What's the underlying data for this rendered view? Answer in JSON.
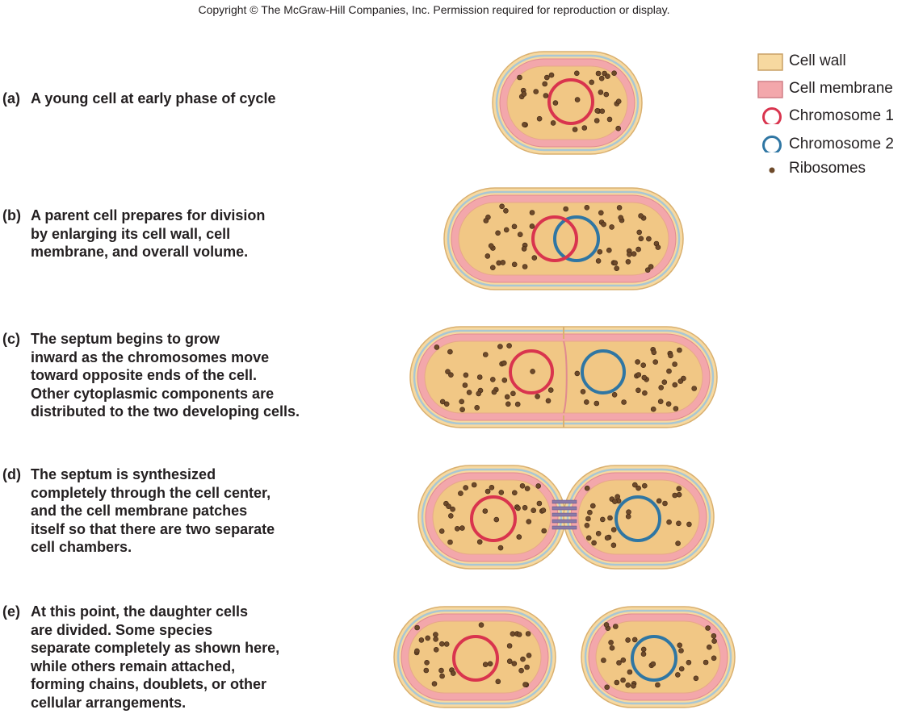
{
  "copyright": "Copyright © The McGraw-Hill Companies, Inc. Permission required for reproduction or display.",
  "steps": [
    {
      "label": "(a)",
      "lines": [
        "A young cell at early phase of cycle"
      ]
    },
    {
      "label": "(b)",
      "lines": [
        "A parent cell prepares for division",
        "by enlarging its cell wall, cell",
        "membrane, and overall volume."
      ]
    },
    {
      "label": "(c)",
      "lines": [
        "The septum begins to grow",
        "inward as the chromosomes move",
        "toward opposite ends of the cell.",
        "Other cytoplasmic components are",
        "distributed to the two developing cells."
      ]
    },
    {
      "label": "(d)",
      "lines": [
        "The septum is synthesized",
        "completely through the cell center,",
        "and the cell membrane patches",
        "itself so that there are two separate",
        "cell chambers."
      ]
    },
    {
      "label": "(e)",
      "lines": [
        "At this point, the daughter cells",
        "are divided. Some species",
        "separate completely as shown here,",
        "while others remain attached,",
        "forming chains, doublets, or other",
        "cellular arrangements."
      ]
    }
  ],
  "legend": {
    "items": [
      {
        "label": "Cell wall",
        "icon": "cell-wall-swatch-icon"
      },
      {
        "label": "Cell membrane",
        "icon": "cell-membrane-swatch-icon"
      },
      {
        "label": "Chromosome 1",
        "icon": "chromosome-1-ring-icon"
      },
      {
        "label": "Chromosome 2",
        "icon": "chromosome-2-ring-icon"
      },
      {
        "label": "Ribosomes",
        "icon": "ribosome-dot-icon"
      }
    ]
  },
  "colors": {
    "cell_wall": "#f7d9a0",
    "cell_wall_stroke": "#d9b070",
    "cell_membrane": "#f3a7ab",
    "cytoplasm": "#f1c785",
    "periplasm_line": "#a9c7d3",
    "chromosome_1": "#d9344e",
    "chromosome_2": "#2f76a3",
    "ribosome": "#6e4a2a"
  }
}
